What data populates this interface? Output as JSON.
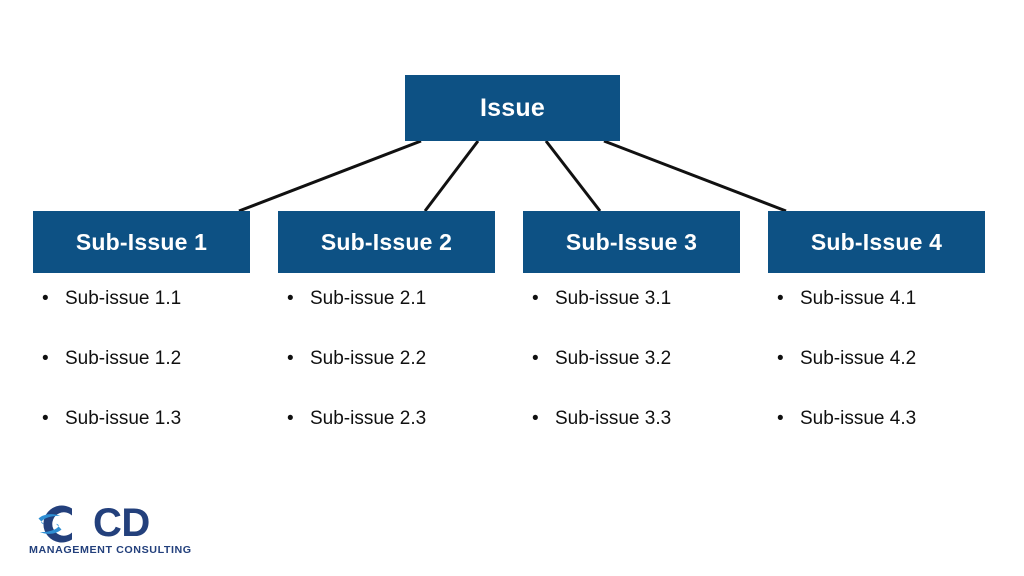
{
  "slide": {
    "background_color": "#ffffff",
    "box_fill_color": "#0d5184",
    "box_text_color": "#ffffff",
    "connector_color": "#111111",
    "bullet_text_color": "#101010"
  },
  "diagram": {
    "type": "issue-tree",
    "root": {
      "label": "Issue"
    },
    "branches": [
      {
        "label": "Sub-Issue 1",
        "bullet_glyph": "•",
        "items": [
          "Sub-issue 1.1",
          "Sub-issue 1.2",
          "Sub-issue 1.3"
        ]
      },
      {
        "label": "Sub-Issue 2",
        "bullet_glyph": "•",
        "items": [
          "Sub-issue 2.1",
          "Sub-issue 2.2",
          "Sub-issue 2.3"
        ]
      },
      {
        "label": "Sub-Issue 3",
        "bullet_glyph": "•",
        "items": [
          "Sub-issue 3.1",
          "Sub-issue 3.2",
          "Sub-issue 3.3"
        ]
      },
      {
        "label": "Sub-Issue 4",
        "bullet_glyph": "•",
        "items": [
          "Sub-issue 4.1",
          "Sub-issue 4.2",
          "Sub-issue 4.3"
        ]
      }
    ]
  },
  "logo": {
    "wordmark": "CD",
    "tagline": "MANAGEMENT CONSULTING",
    "mark_ring_color": "#23407c",
    "mark_swoosh_color": "#2e8fd4",
    "wordmark_color": "#23407c"
  }
}
